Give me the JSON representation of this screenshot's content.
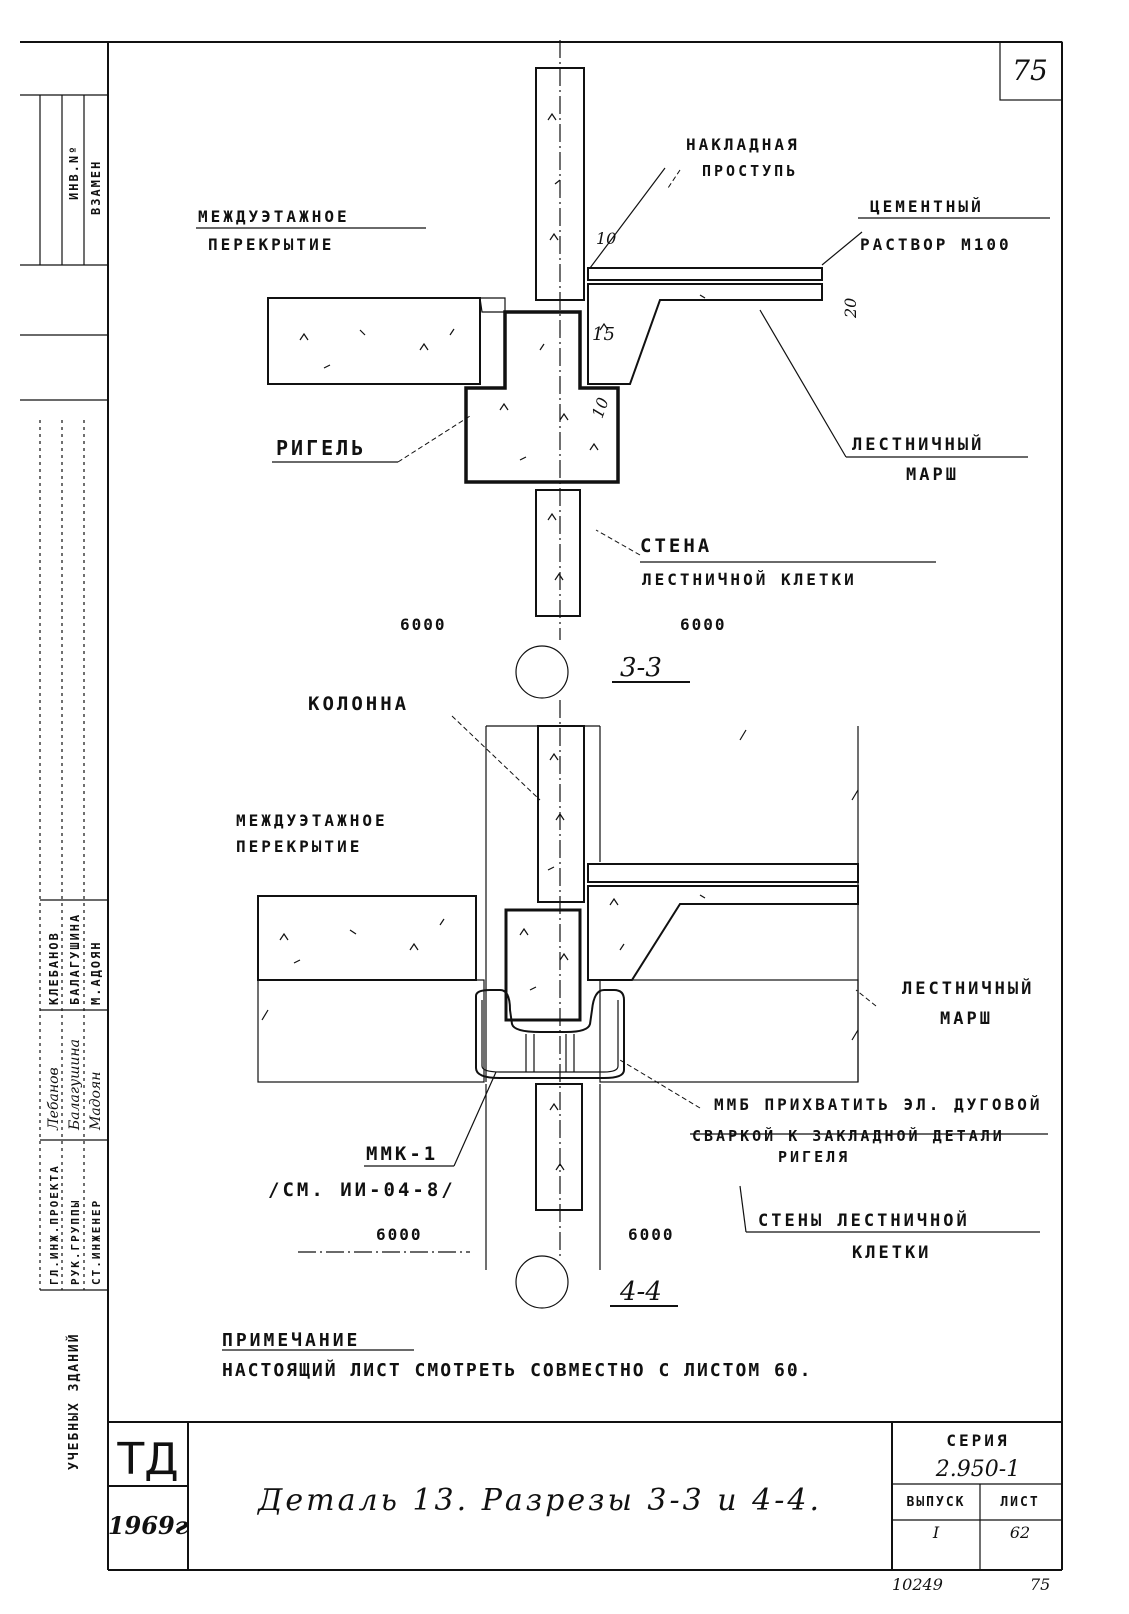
{
  "sheet": {
    "page_number": "75",
    "stamp": "ТД",
    "year": "1969г",
    "title": "Деталь 13. Разрезы 3-3 и 4-4.",
    "series_label": "СЕРИЯ",
    "series_value": "2.950-1",
    "issue_label": "ВЫПУСК",
    "issue_value": "I",
    "sheet_label": "ЛИСТ",
    "sheet_value": "62",
    "archive_number": "10249",
    "archive_page": "75"
  },
  "side_stamp": {
    "inv_no": "ИНВ.Nº",
    "vzamen": "ВЗАМЕН",
    "roles": [
      "ГЛ.ИНЖ.ПРОЕКТА",
      "РУК.ГРУППЫ",
      "СТ.ИНЖЕНЕР"
    ],
    "signatures": [
      "Лебанов",
      "Балагушина",
      "Мадоян"
    ],
    "names": [
      "КЛЕБАНОВ",
      "БАЛАГУШИНА",
      "М.АДОЯН"
    ],
    "building": "УЧЕБНЫХ ЗДАНИЙ"
  },
  "section_3": {
    "label": "3-3",
    "notes": {
      "nakladnaya_1": "НАКЛАДНАЯ",
      "nakladnaya_2": "ПРОСТУПЬ",
      "perekrytie_1": "МЕЖДУЭТАЖНОЕ",
      "perekrytie_2": "ПЕРЕКРЫТИЕ",
      "cement_1": "ЦЕМЕНТНЫЙ",
      "cement_2": "РАСТВОР  М100",
      "rigel": "РИГЕЛЬ",
      "march_1": "ЛЕСТНИЧНЫЙ",
      "march_2": "МАРШ",
      "wall_1": "СТЕНА",
      "wall_2": "ЛЕСТНИЧНОЙ   КЛЕТКИ"
    },
    "dims": {
      "d10a": "10",
      "d20": "20",
      "d15": "15",
      "d10b": "10",
      "left": "6000",
      "right": "6000"
    }
  },
  "section_4": {
    "label": "4-4",
    "notes": {
      "kolonna": "КОЛОННА",
      "perekrytie_1": "МЕЖДУЭТАЖНОЕ",
      "perekrytie_2": "ПЕРЕКРЫТИЕ",
      "march_1": "ЛЕСТНИЧНЫЙ",
      "march_2": "МАРШ",
      "mmb_1": "ММБ ПРИХВАТИТЬ ЭЛ. ДУГОВОЙ",
      "mmb_2": "СВАРКОЙ  К ЗАКЛАДНОЙ ДЕТАЛИ",
      "mmb_3": "РИГЕЛЯ",
      "mmk_1": "ММК-1",
      "mmk_2": "/СМ.  ИИ-04-8/",
      "walls_1": "СТЕНЫ  ЛЕСТНИЧНОЙ",
      "walls_2": "КЛЕТКИ"
    },
    "dims": {
      "left": "6000",
      "right": "6000"
    }
  },
  "note": {
    "heading": "ПРИМЕЧАНИЕ",
    "text": "НАСТОЯЩИЙ   ЛИСТ  СМОТРЕТЬ   СОВМЕСТНО   С ЛИСТОМ  60."
  }
}
